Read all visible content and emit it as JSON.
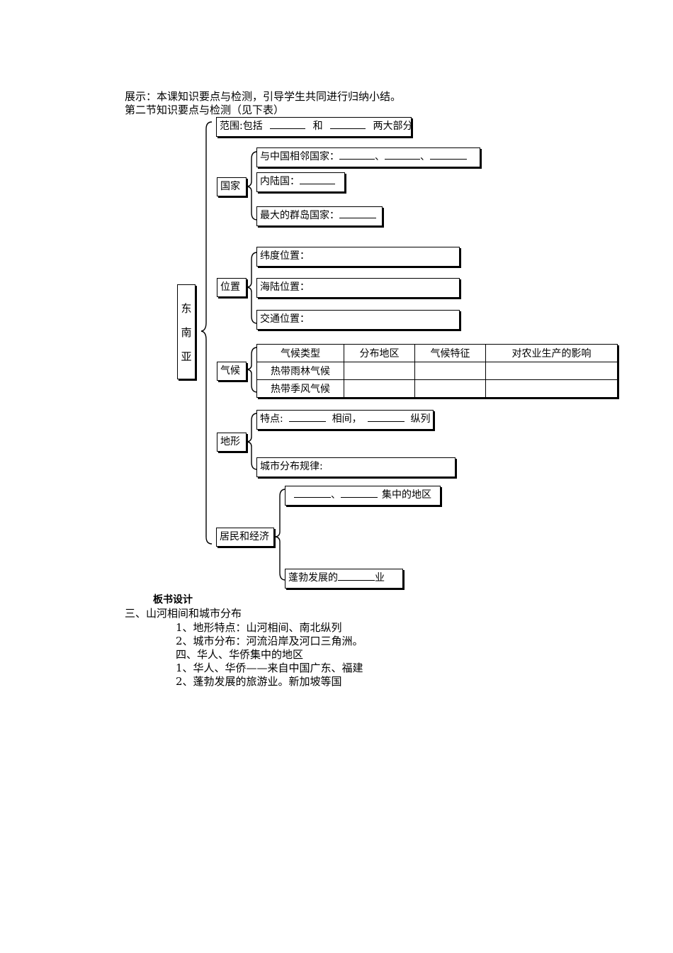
{
  "intro": {
    "line1": "展示：本课知识要点与检测，引导学生共同进行归纳小结。",
    "line2": "第二节知识要点与检测（见下表）"
  },
  "root": {
    "chars": [
      "东",
      "南",
      "亚"
    ]
  },
  "scope": {
    "prefix": "范围:包括",
    "mid": "和",
    "suffix": "两大部分"
  },
  "country": {
    "label": "国家",
    "neighbors": "与中国相邻国家：",
    "sep": "、",
    "landlocked": "内陆国：",
    "archipelago": "最大的群岛国家："
  },
  "location": {
    "label": "位置",
    "latitude": "纬度位置：",
    "sea_land": "海陆位置：",
    "transport": "交通位置："
  },
  "climate": {
    "label": "气候",
    "headers": [
      "气候类型",
      "分布地区",
      "气候特征",
      "对农业生产的影响"
    ],
    "rows": [
      "热带雨林气候",
      "热带季风气候"
    ]
  },
  "terrain": {
    "label": "地形",
    "feature_prefix": "特点:",
    "feature_mid": "相间，",
    "feature_suffix": "纵列",
    "city_rule": "城市分布规律:"
  },
  "economy": {
    "label": "居民和经济",
    "sep": "、",
    "concentrated": "集中的地区",
    "industry_prefix": "蓬勃发展的",
    "industry_suffix": "业"
  },
  "board": {
    "title": "板书设计",
    "lines": [
      "三、山河相间和城市分布",
      "1、地形特点：山河相间、南北纵列",
      "2、城市分布：河流沿岸及河口三角洲。",
      "四、华人、华侨集中的地区",
      "1、华人、华侨——来自中国广东、福建",
      "2、蓬勃发展的旅游业。新加坡等国"
    ]
  }
}
